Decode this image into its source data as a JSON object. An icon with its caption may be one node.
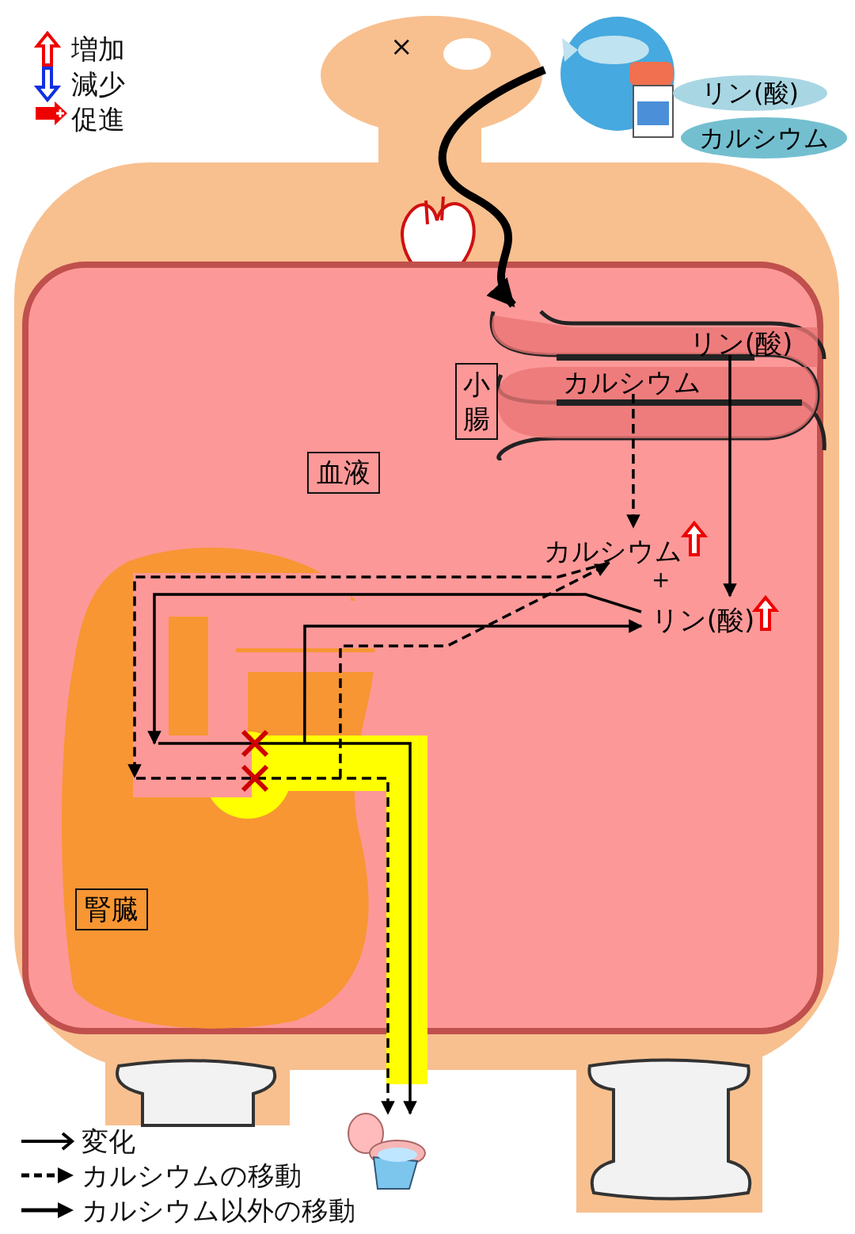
{
  "diagram": {
    "nodes": [
      {
        "text": [
          "血液"
        ]
      },
      {
        "text": [
          "小腸"
        ],
        "in": 0
      },
      {
        "text": [
          "腎臓"
        ],
        "in": 0
      },
      {
        "text": [
          "リン(酸)"
        ],
        "in": 1
      },
      {
        "text": [
          "カルシウム"
        ],
        "in": 1
      },
      {
        "text": [
          "カルシウム"
        ],
        "in": 0
      },
      {
        "text": [
          "リン(酸)"
        ],
        "in": 0
      },
      {
        "text": [],
        "shape": "picture"
      },
      {
        "text": [
          "リン(酸)"
        ]
      },
      {
        "text": [
          "カルシウム"
        ]
      },
      {
        "text": [],
        "shape": "picture"
      }
    ],
    "edges": [
      {
        "from": 7,
        "to": 1,
        "arrow": "to",
        "style": "thick"
      },
      {
        "from": 4,
        "to": 5,
        "arrow": "to",
        "style": "dashed"
      },
      {
        "from": 3,
        "to": 6,
        "arrow": "to"
      },
      {
        "from": 6,
        "to": 2,
        "arrow": "to"
      },
      {
        "from": 2,
        "to": 6,
        "arrow": "to"
      },
      {
        "from": 5,
        "to": 2,
        "arrow": "to",
        "style": "dashed"
      },
      {
        "from": 2,
        "to": 5,
        "arrow": "to",
        "style": "dashed"
      },
      {
        "from": 2,
        "to": 10,
        "arrow": "to"
      },
      {
        "from": 2,
        "to": 10,
        "arrow": "to",
        "style": "dashed"
      }
    ],
    "labels": [
      "×",
      "+"
    ],
    "legend": [
      {
        "text": "増加"
      },
      {
        "text": "減少"
      },
      {
        "text": "促進"
      },
      {
        "text": "変化"
      },
      {
        "text": "カルシウムの移動"
      },
      {
        "text": "カルシウム以外の移動"
      }
    ]
  }
}
